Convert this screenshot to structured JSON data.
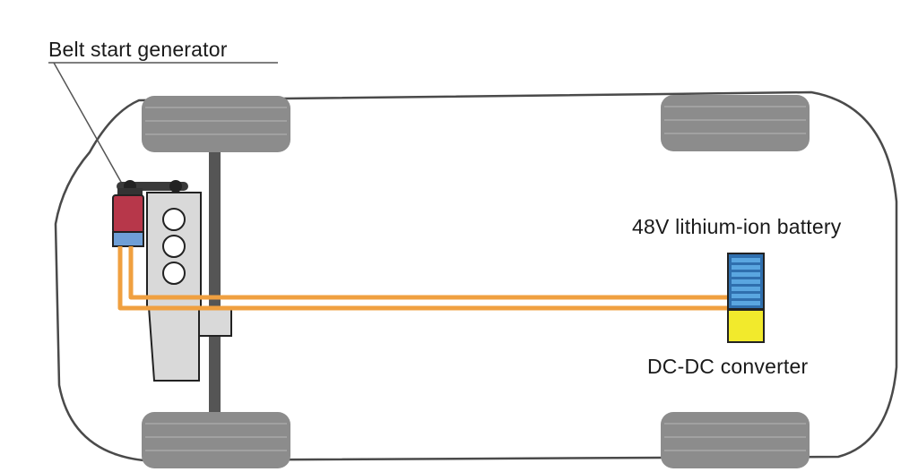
{
  "labels": {
    "belt_start_generator": "Belt start generator",
    "battery": "48V lithium-ion battery",
    "dc_dc_converter": "DC-DC converter"
  },
  "colors": {
    "background": "#ffffff",
    "car_outline": "#4a4a4a",
    "wheel": "#8c8c8c",
    "axle": "#555555",
    "engine_body": "#d9d9d9",
    "generator_red": "#b7374a",
    "generator_blue": "#6f9fd6",
    "cable_orange": "#f0a040",
    "battery_blue": "#3f87c8",
    "converter_yellow": "#f2ea2c",
    "label_text": "#1a1a1a"
  }
}
